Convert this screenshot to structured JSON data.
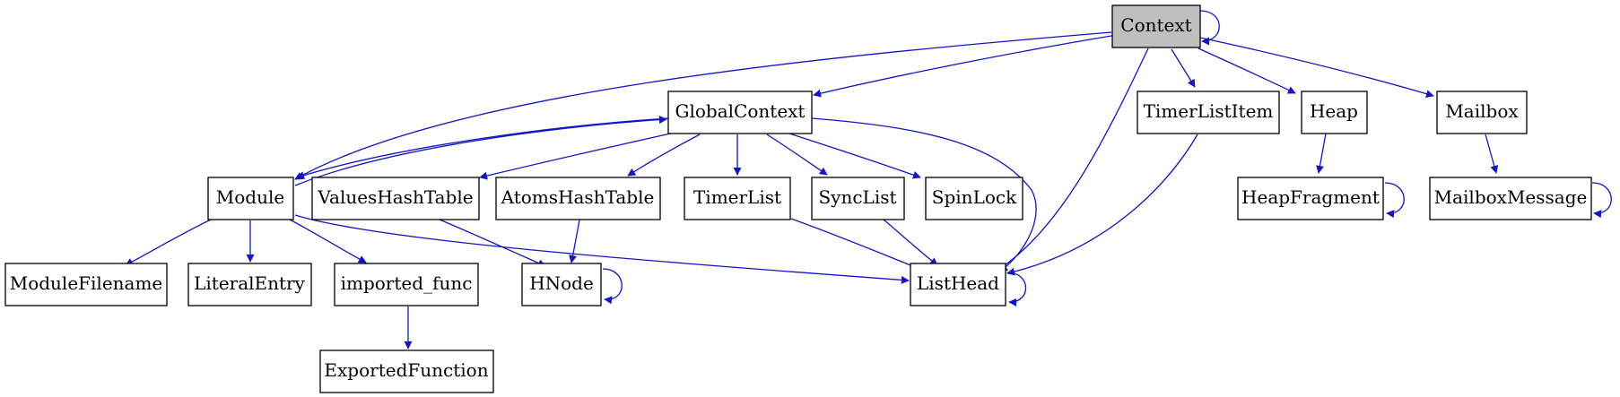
{
  "colors": {
    "edge": "#1414c8",
    "root_fill": "#bfbfbf",
    "node_fill": "#ffffff",
    "border": "#000000"
  },
  "nodes": {
    "context": "Context",
    "global_context": "GlobalContext",
    "timer_list_item": "TimerListItem",
    "heap": "Heap",
    "mailbox": "Mailbox",
    "module": "Module",
    "values_hash_table": "ValuesHashTable",
    "atoms_hash_table": "AtomsHashTable",
    "timer_list": "TimerList",
    "sync_list": "SyncList",
    "spin_lock": "SpinLock",
    "heap_fragment": "HeapFragment",
    "mailbox_message": "MailboxMessage",
    "module_filename": "ModuleFilename",
    "literal_entry": "LiteralEntry",
    "imported_func": "imported_func",
    "hnode": "HNode",
    "list_head": "ListHead",
    "exported_function": "ExportedFunction"
  },
  "edges": [
    [
      "context",
      "context"
    ],
    [
      "context",
      "global_context"
    ],
    [
      "context",
      "module"
    ],
    [
      "context",
      "list_head"
    ],
    [
      "context",
      "timer_list_item"
    ],
    [
      "context",
      "heap"
    ],
    [
      "context",
      "mailbox"
    ],
    [
      "global_context",
      "module"
    ],
    [
      "module",
      "global_context"
    ],
    [
      "global_context",
      "values_hash_table"
    ],
    [
      "global_context",
      "atoms_hash_table"
    ],
    [
      "global_context",
      "timer_list"
    ],
    [
      "global_context",
      "sync_list"
    ],
    [
      "global_context",
      "spin_lock"
    ],
    [
      "global_context",
      "list_head"
    ],
    [
      "module",
      "module_filename"
    ],
    [
      "module",
      "literal_entry"
    ],
    [
      "module",
      "imported_func"
    ],
    [
      "module",
      "list_head"
    ],
    [
      "imported_func",
      "exported_function"
    ],
    [
      "values_hash_table",
      "hnode"
    ],
    [
      "atoms_hash_table",
      "hnode"
    ],
    [
      "hnode",
      "hnode"
    ],
    [
      "timer_list",
      "list_head"
    ],
    [
      "sync_list",
      "list_head"
    ],
    [
      "timer_list_item",
      "list_head"
    ],
    [
      "list_head",
      "list_head"
    ],
    [
      "heap",
      "heap_fragment"
    ],
    [
      "heap_fragment",
      "heap_fragment"
    ],
    [
      "mailbox",
      "mailbox_message"
    ],
    [
      "mailbox_message",
      "mailbox_message"
    ]
  ]
}
